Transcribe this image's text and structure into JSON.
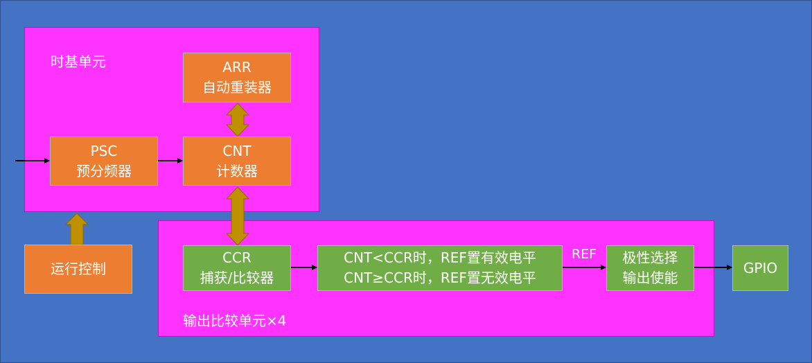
{
  "time_base_unit": {
    "label": "时基单元"
  },
  "output_compare_unit": {
    "label": "输出比较单元×4"
  },
  "blocks": {
    "arr": {
      "line1": "ARR",
      "line2": "自动重装器"
    },
    "psc": {
      "line1": "PSC",
      "line2": "预分频器"
    },
    "cnt": {
      "line1": "CNT",
      "line2": "计数器"
    },
    "run_control": {
      "line1": "运行控制"
    },
    "ccr": {
      "line1": "CCR",
      "line2": "捕获/比较器"
    },
    "compare_logic": {
      "line1": "CNT<CCR时，REF置有效电平",
      "line2": "CNT≥CCR时，REF置无效电平"
    },
    "polarity": {
      "line1": "极性选择",
      "line2": "输出使能"
    },
    "gpio": {
      "line1": "GPIO"
    }
  },
  "edges": {
    "ref_label": "REF"
  },
  "colors": {
    "background": "#4472c4",
    "region": "#ff33ff",
    "orange_block": "#ed7d31",
    "green_block": "#70ad47",
    "double_arrow": "#bf9000",
    "single_arrow": "#000000"
  }
}
